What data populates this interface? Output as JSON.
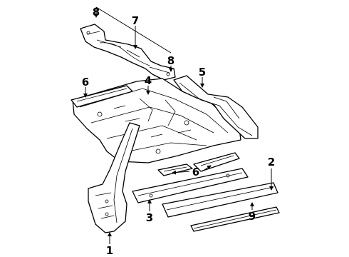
{
  "diagram": {
    "callouts": [
      {
        "key": "c1",
        "text": "1"
      },
      {
        "key": "c2",
        "text": "2"
      },
      {
        "key": "c3",
        "text": "3"
      },
      {
        "key": "c4",
        "text": "4"
      },
      {
        "key": "c5",
        "text": "5"
      },
      {
        "key": "c6a",
        "text": "6"
      },
      {
        "key": "c6b",
        "text": "6"
      },
      {
        "key": "c7",
        "text": "7"
      },
      {
        "key": "c8a",
        "text": "8"
      },
      {
        "key": "c8b",
        "text": "8"
      },
      {
        "key": "c9",
        "text": "9"
      }
    ]
  }
}
